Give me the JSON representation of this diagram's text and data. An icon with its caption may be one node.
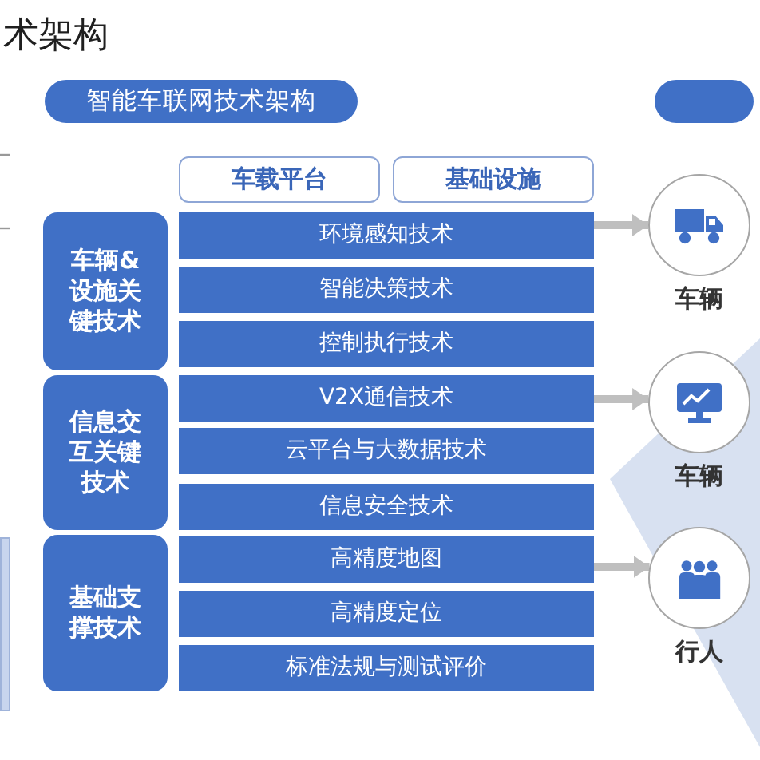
{
  "diagram": {
    "title": "术架构",
    "nodes": [
      {
        "text": [
          "智能车联网技术架构"
        ]
      },
      {
        "text": [],
        "shape": "box"
      },
      {
        "text": [
          "车载平台"
        ]
      },
      {
        "text": [
          "基础设施"
        ]
      },
      {
        "text": [
          "车辆&设施关键技术"
        ]
      },
      {
        "text": [
          "环境感知技术"
        ]
      },
      {
        "text": [
          "智能决策技术"
        ]
      },
      {
        "text": [
          "控制执行技术"
        ]
      },
      {
        "text": [
          "信息交互关键技术"
        ]
      },
      {
        "text": [
          "V2X通信技术"
        ]
      },
      {
        "text": [
          "云平台与大数据技术"
        ]
      },
      {
        "text": [
          "信息安全技术"
        ]
      },
      {
        "text": [
          "基础支撑技术"
        ]
      },
      {
        "text": [
          "高精度地图"
        ]
      },
      {
        "text": [
          "高精度定位"
        ]
      },
      {
        "text": [
          "标准法规与测试评价"
        ]
      },
      {
        "text": [],
        "shape": "circle",
        "beside": [
          "车辆"
        ]
      },
      {
        "text": [],
        "shape": "circle",
        "beside": [
          "车辆"
        ]
      },
      {
        "text": [],
        "shape": "circle",
        "beside": [
          "行人"
        ]
      }
    ],
    "edges": [
      {
        "from": 5,
        "to": 16,
        "arrow": "to"
      },
      {
        "from": 9,
        "to": 17,
        "arrow": "to"
      },
      {
        "from": 13,
        "to": 18,
        "arrow": "to"
      }
    ]
  }
}
